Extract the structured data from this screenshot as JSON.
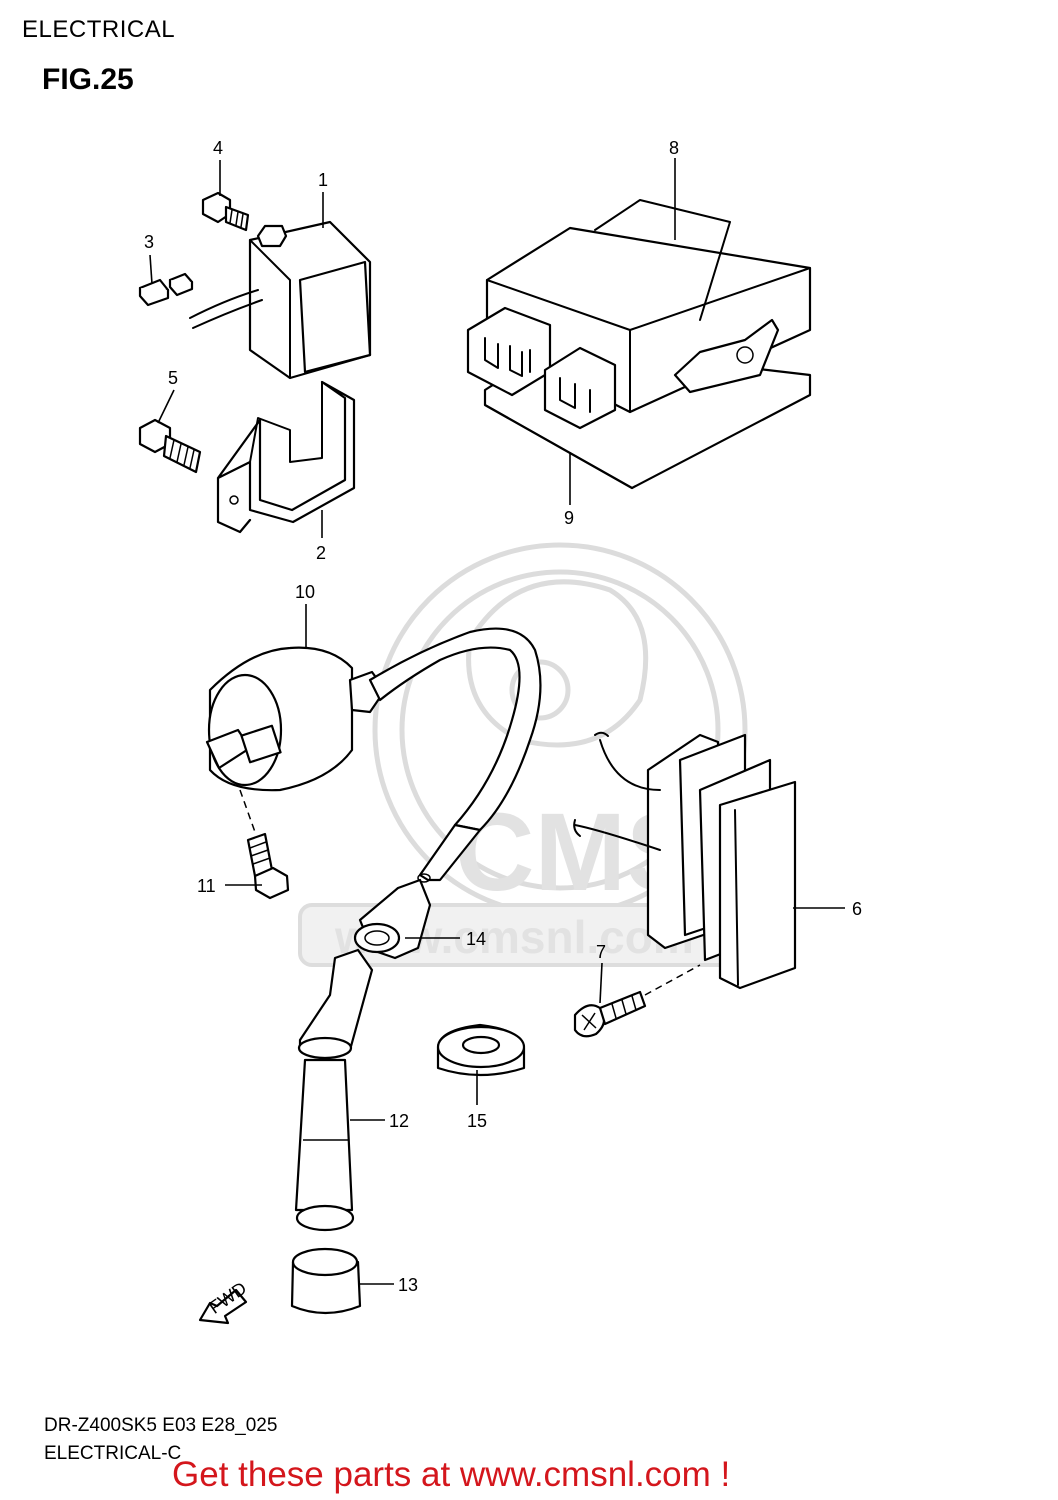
{
  "header": {
    "section": "ELECTRICAL",
    "figure": "FIG.25"
  },
  "watermark": {
    "logo_text": "CMS",
    "url_text": "www.cmsnl.com"
  },
  "labels": {
    "l1": "1",
    "l2": "2",
    "l3": "3",
    "l4": "4",
    "l5": "5",
    "l6": "6",
    "l7": "7",
    "l8": "8",
    "l9": "9",
    "l10": "10",
    "l11": "11",
    "l12": "12",
    "l13": "13",
    "l14": "14",
    "l15": "15"
  },
  "fwd_arrow": {
    "text": "FWD"
  },
  "footer": {
    "model": "DR-Z400SK5 E03 E28_025",
    "section_code": "ELECTRICAL-C",
    "promo": "Get these parts at www.cmsnl.com !"
  },
  "colors": {
    "promo": "#d4161c",
    "line": "#000000",
    "watermark": "#dcdcdc"
  }
}
